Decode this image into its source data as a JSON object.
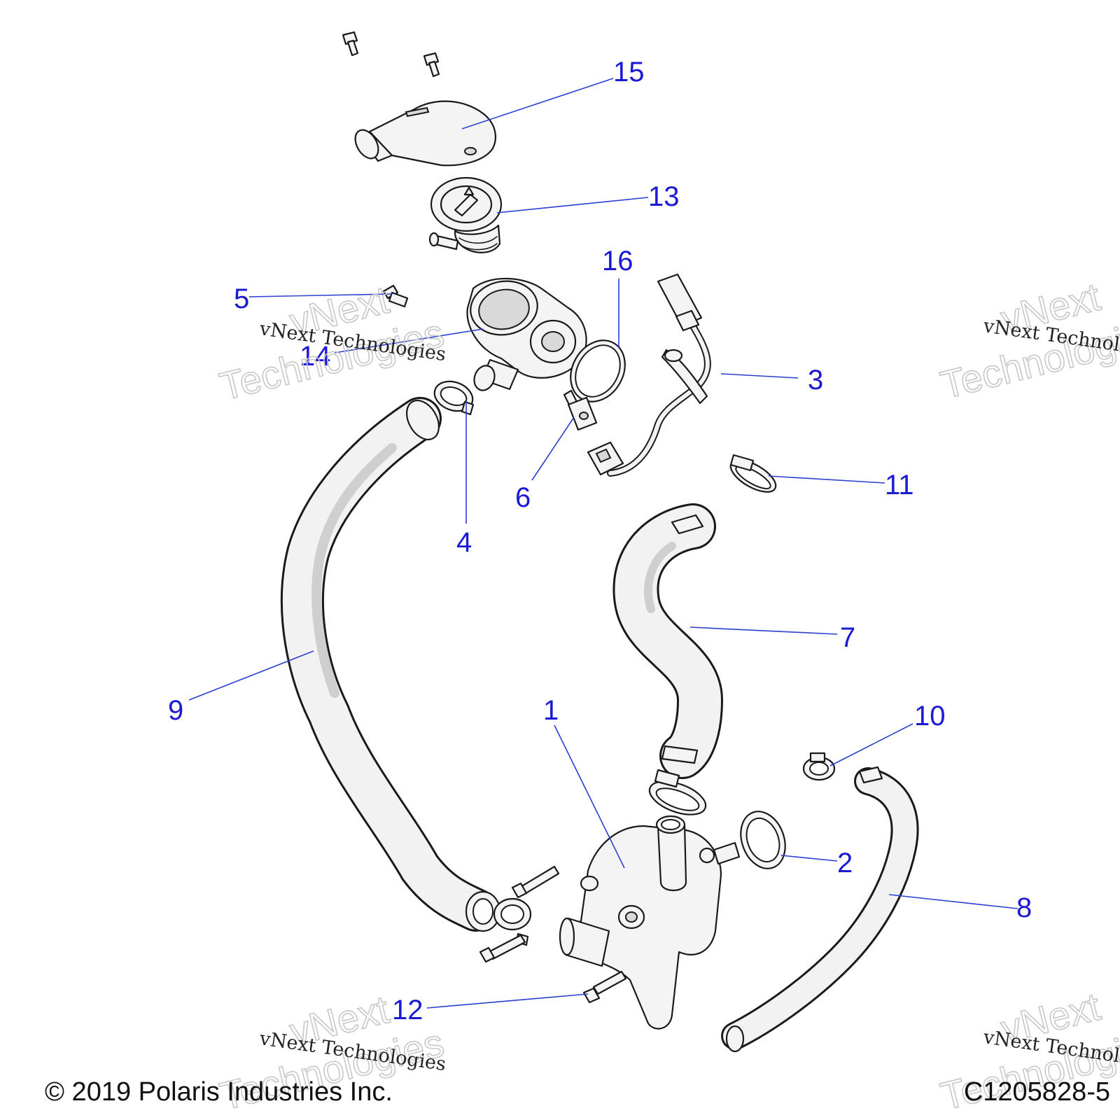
{
  "callouts": [
    {
      "id": "1",
      "label": "1"
    },
    {
      "id": "2",
      "label": "2"
    },
    {
      "id": "3",
      "label": "3"
    },
    {
      "id": "4",
      "label": "4"
    },
    {
      "id": "5",
      "label": "5"
    },
    {
      "id": "6",
      "label": "6"
    },
    {
      "id": "7",
      "label": "7"
    },
    {
      "id": "8",
      "label": "8"
    },
    {
      "id": "9",
      "label": "9"
    },
    {
      "id": "10",
      "label": "10"
    },
    {
      "id": "11",
      "label": "11"
    },
    {
      "id": "12",
      "label": "12"
    },
    {
      "id": "13",
      "label": "13"
    },
    {
      "id": "14",
      "label": "14"
    },
    {
      "id": "15",
      "label": "15"
    },
    {
      "id": "16",
      "label": "16"
    }
  ],
  "watermark": {
    "line_small": "vNext Technologies",
    "line_big_1": "vNext",
    "line_big_2": "Technologies"
  },
  "footer": {
    "copyright": "© 2019 Polaris Industries Inc.",
    "drawing_number": "C1205828-5"
  },
  "colors": {
    "callout": "#1a1ad6",
    "leader": "#2b3fd1",
    "line_art": "#1a1a1a"
  }
}
